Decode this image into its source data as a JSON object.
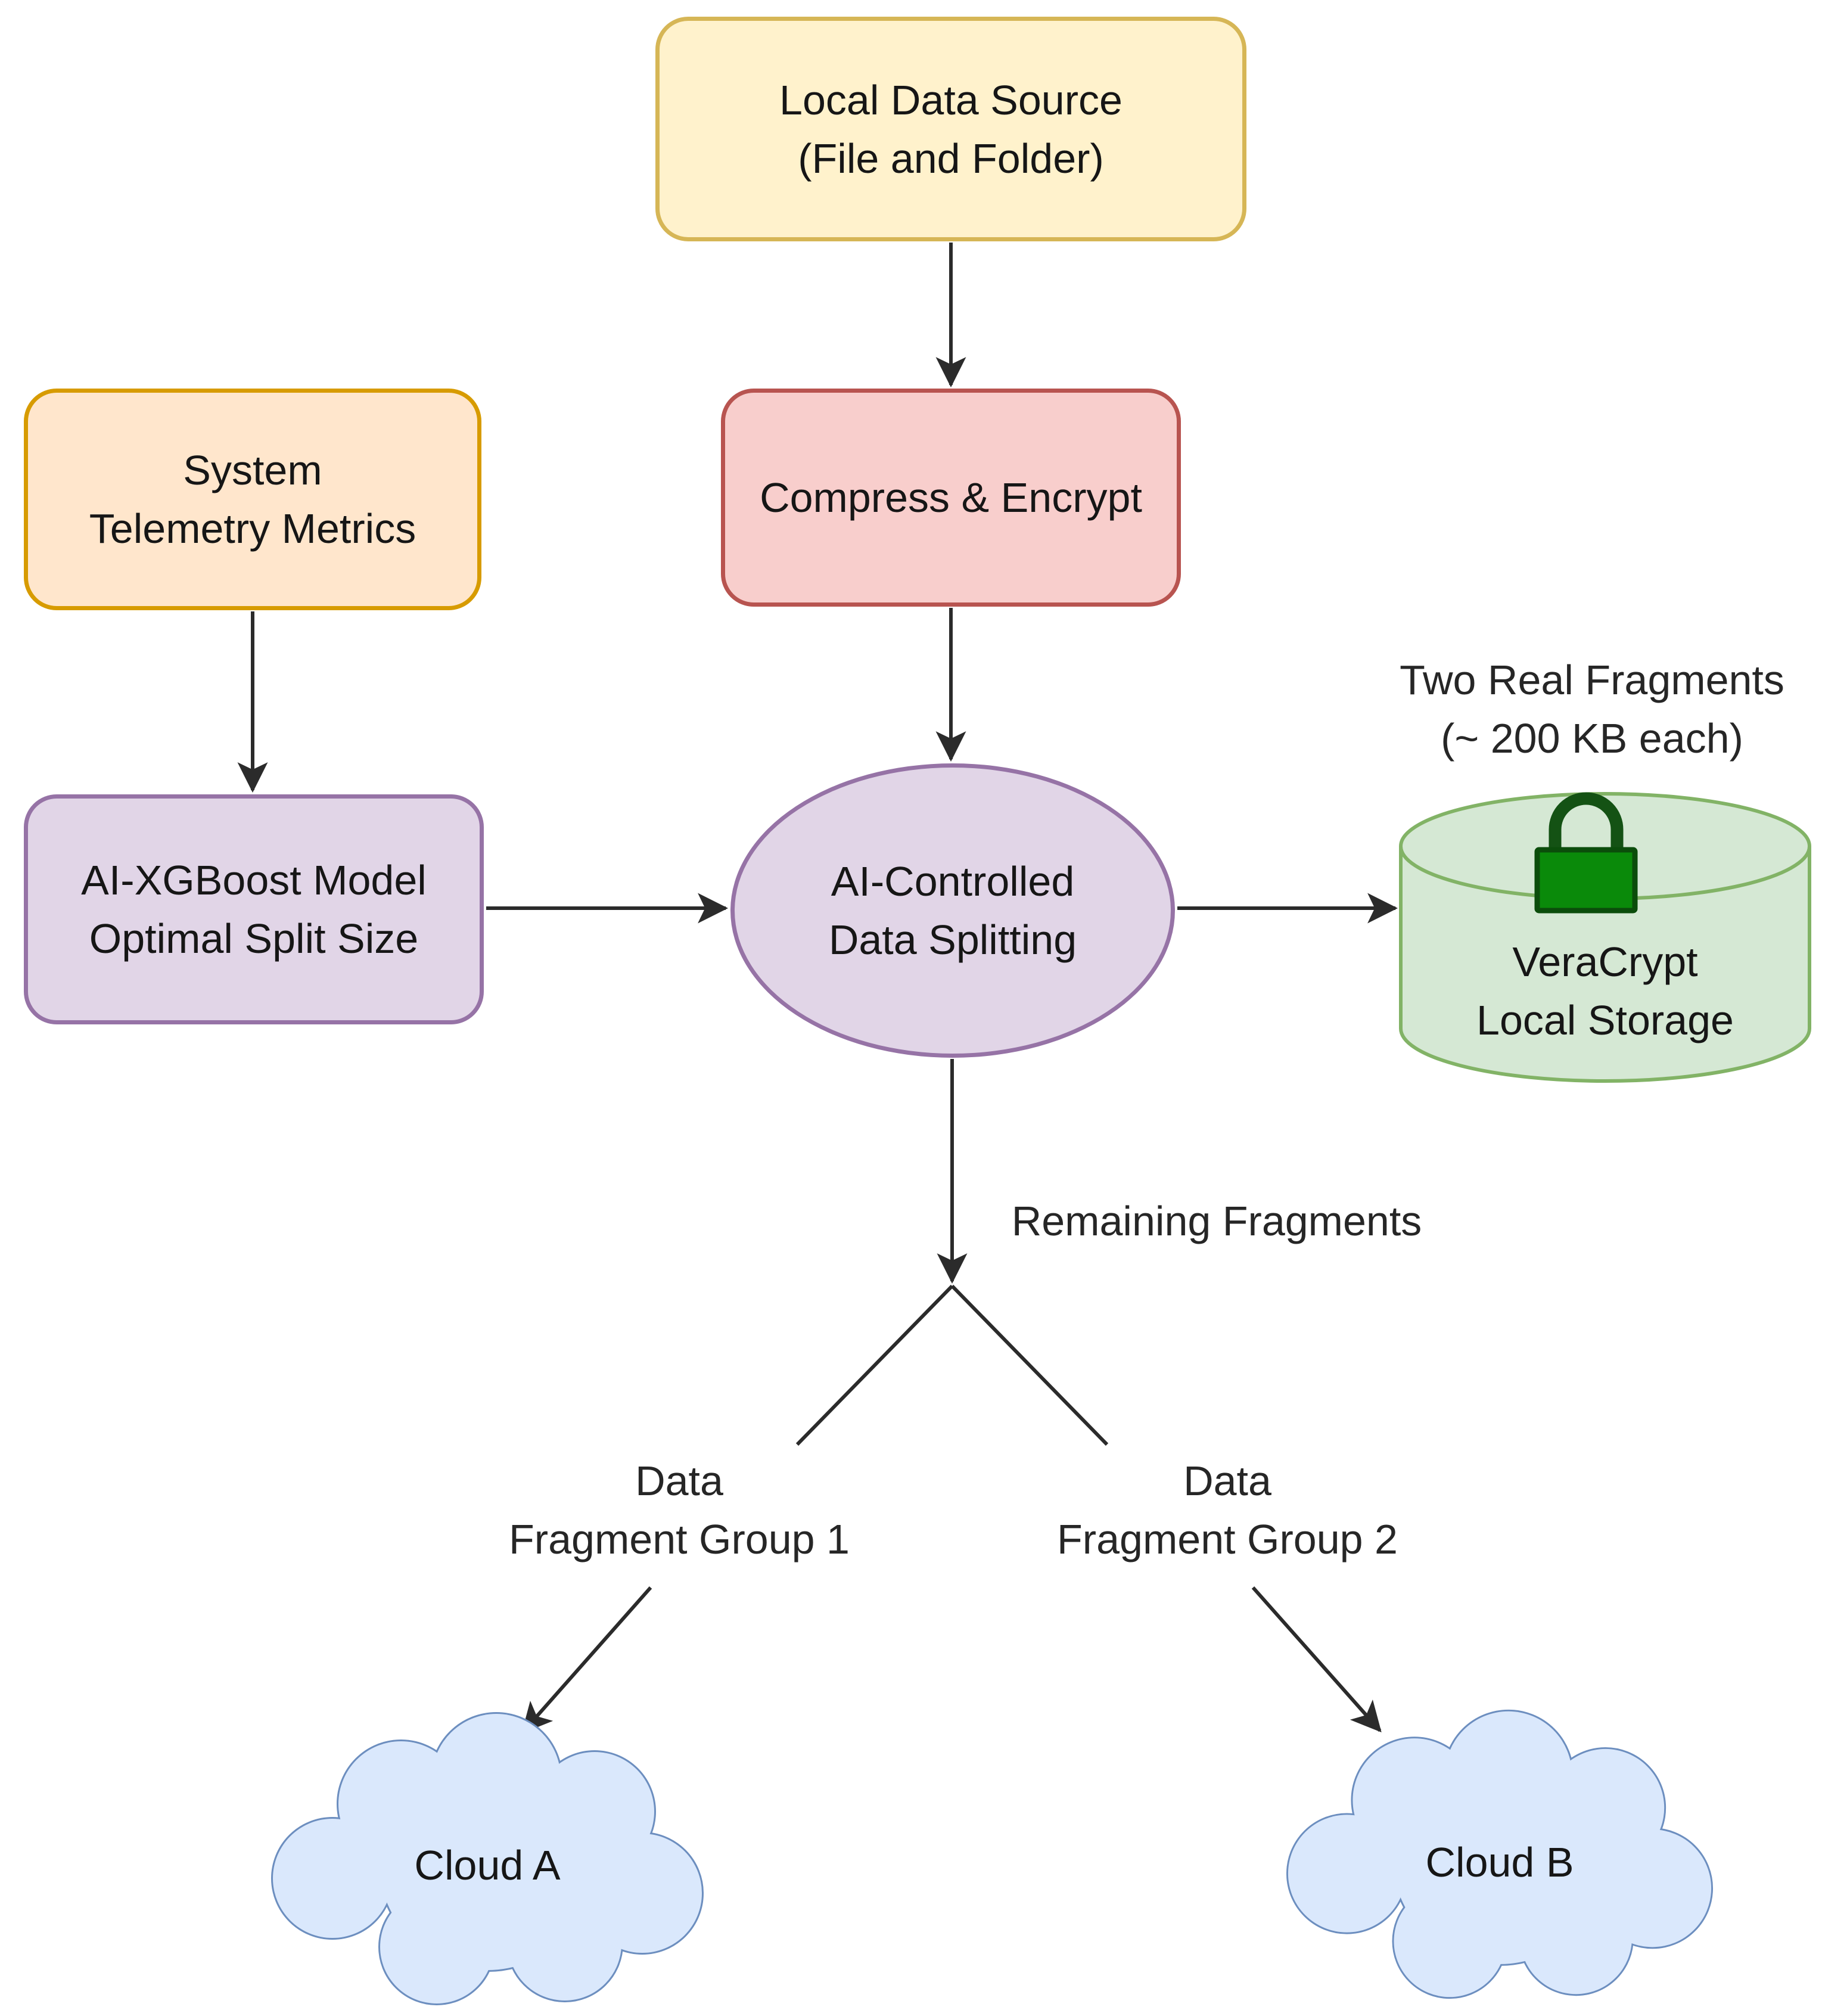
{
  "diagram": {
    "title": "AI-controlled data splitting and fragment distribution flow",
    "nodes": {
      "local_data_source": {
        "shape": "rounded-rectangle",
        "palette": "yellow",
        "line1": "Local Data Source",
        "line2": "(File and Folder)"
      },
      "system_telemetry": {
        "shape": "rounded-rectangle",
        "palette": "orange",
        "line1": "System",
        "line2": "Telemetry Metrics"
      },
      "compress_encrypt": {
        "shape": "rounded-rectangle",
        "palette": "red",
        "label": "Compress & Encrypt"
      },
      "xgboost": {
        "shape": "rounded-rectangle",
        "palette": "purple",
        "line1": "AI-XGBoost Model",
        "line2": "Optimal Split Size"
      },
      "data_splitting": {
        "shape": "ellipse",
        "palette": "purple",
        "line1": "AI-Controlled",
        "line2": "Data Splitting"
      },
      "veracrypt": {
        "shape": "cylinder",
        "palette": "green",
        "line1": "VeraCrypt",
        "line2": "Local Storage",
        "icon": "lock-icon"
      },
      "cloud_a": {
        "shape": "cloud",
        "palette": "blue",
        "label": "Cloud A"
      },
      "cloud_b": {
        "shape": "cloud",
        "palette": "blue",
        "label": "Cloud B"
      }
    },
    "annotations": {
      "two_real_fragments": {
        "line1": "Two Real Fragments",
        "line2": "(~ 200 KB each)"
      },
      "remaining_fragments": "Remaining Fragments",
      "group1": {
        "line1": "Data",
        "line2": "Fragment Group 1"
      },
      "group2": {
        "line1": "Data",
        "line2": "Fragment Group 2"
      }
    },
    "edges": [
      {
        "from": "local_data_source",
        "to": "compress_encrypt",
        "arrow": true
      },
      {
        "from": "system_telemetry",
        "to": "xgboost",
        "arrow": true
      },
      {
        "from": "compress_encrypt",
        "to": "data_splitting",
        "arrow": true
      },
      {
        "from": "xgboost",
        "to": "data_splitting",
        "arrow": true
      },
      {
        "from": "data_splitting",
        "to": "veracrypt",
        "arrow": true
      },
      {
        "from": "data_splitting",
        "to": "branch-point",
        "arrow": true,
        "label": "Remaining Fragments"
      },
      {
        "from": "branch-point",
        "to": "group1",
        "arrow": false
      },
      {
        "from": "branch-point",
        "to": "group2",
        "arrow": false
      },
      {
        "from": "group1",
        "to": "cloud_a",
        "arrow": true
      },
      {
        "from": "group2",
        "to": "cloud_b",
        "arrow": true
      }
    ],
    "colors": {
      "yellow_fill": "#FFF2CC",
      "yellow_stroke": "#D6B656",
      "orange_fill": "#FFE6CC",
      "orange_stroke": "#D79B00",
      "red_fill": "#F8CECC",
      "red_stroke": "#B85450",
      "purple_fill": "#E1D5E7",
      "purple_stroke": "#9673A6",
      "green_fill": "#D5E8D4",
      "green_stroke": "#82B366",
      "blue_fill": "#DAE8FC",
      "blue_stroke": "#6C8EBF",
      "lock_fill": "#0A8A0A",
      "lock_stroke": "#0B4D0B",
      "lock_shackle": "#145214",
      "edge": "#2b2b2b"
    }
  }
}
